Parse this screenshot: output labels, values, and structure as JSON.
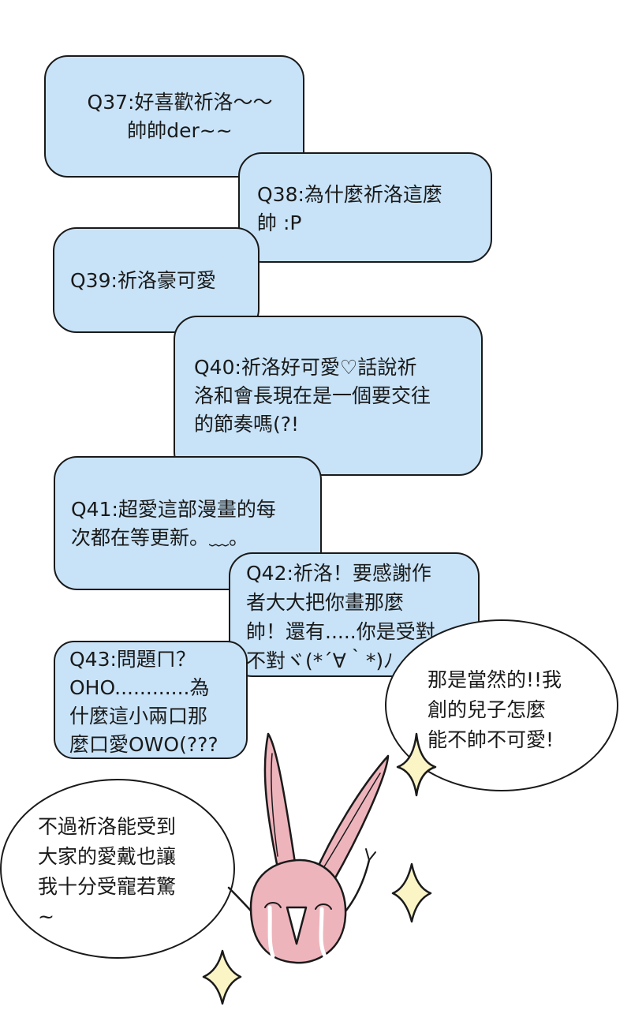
{
  "comments": [
    {
      "id": "q37",
      "text": "Q37:好喜歡祈洛～～\n帥帥der~~"
    },
    {
      "id": "q38",
      "text": "Q38:為什麼祈洛這麼\n帥 :P"
    },
    {
      "id": "q39",
      "text": "Q39:祈洛豪可愛"
    },
    {
      "id": "q40",
      "text": "Q40:祈洛好可愛♡話說祈\n洛和會長現在是一個要交往\n的節奏嗎(?!"
    },
    {
      "id": "q41",
      "text": "Q41:超愛這部漫畫的每\n次都在等更新。﹏。"
    },
    {
      "id": "q42",
      "text": "Q42:祈洛！要感謝作\n者大大把你畫那麼\n帥！還有.....你是受對\n不對ヾ(*´∀｀*)ﾉ"
    },
    {
      "id": "q43",
      "text": "Q43:問題ㄇ？\nOHO............為\n什麼這小兩口那\n麼口愛OWO(???"
    }
  ],
  "replies": {
    "author": "那是當然的!!我\n創的兒子怎麼\n能不帥不可愛!",
    "character": "不過祈洛能受到\n大家的愛戴也讓\n我十分受寵若驚\n~"
  },
  "colors": {
    "bubble_fill": "#c8e3f8",
    "outline": "#1a1a1a",
    "rabbit_pink": "#eeb4bc",
    "sparkle_yellow": "#fbf5c6"
  },
  "icons": [
    "rabbit-character-icon",
    "sparkle-icon"
  ]
}
